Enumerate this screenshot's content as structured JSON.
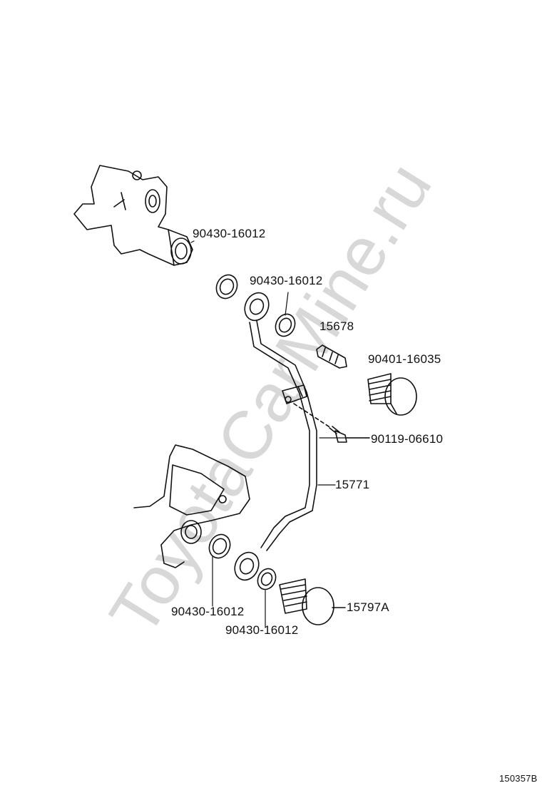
{
  "watermark": "ToyotaCarMine.ru",
  "drawing_id": "150357B",
  "callouts": {
    "gasket_top_left": "90430-16012",
    "gasket_top_right": "90430-16012",
    "sensor": "15678",
    "union_bolt_top": "90401-16035",
    "bolt": "90119-06610",
    "oil_pipe": "15771",
    "gasket_bottom_left": "90430-16012",
    "gasket_bottom_right": "90430-16012",
    "union_bolt_bottom": "15797A"
  }
}
